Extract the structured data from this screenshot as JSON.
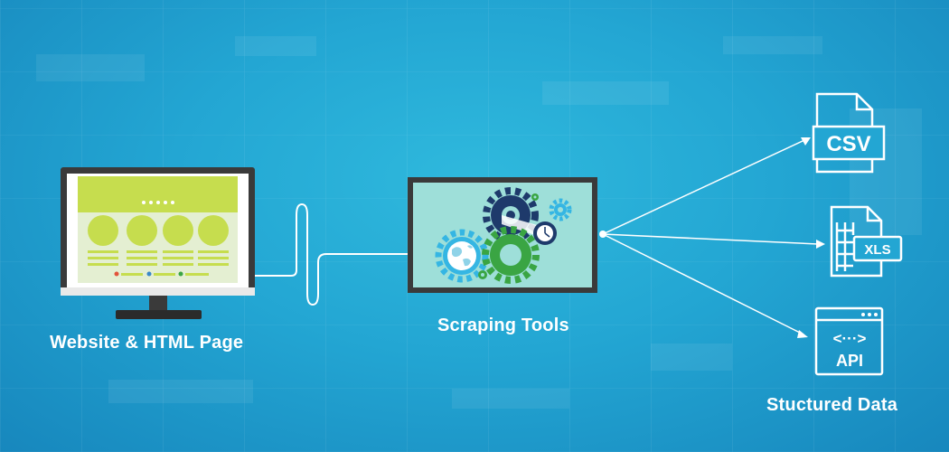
{
  "labels": {
    "website": "Website & HTML Page",
    "tools": "Scraping Tools",
    "structured": "Stuctured Data"
  },
  "outputs": {
    "csv": "CSV",
    "xls": "XLS",
    "api": "API",
    "api_symbol": "<···>"
  },
  "colors": {
    "background": "#23a6d3",
    "lime": "#c6dd4e",
    "green_gear": "#3aa543",
    "navy_gear": "#1e3a6b",
    "blue_gear": "#35b6e3",
    "monitor_frame": "#3a3a3a"
  }
}
